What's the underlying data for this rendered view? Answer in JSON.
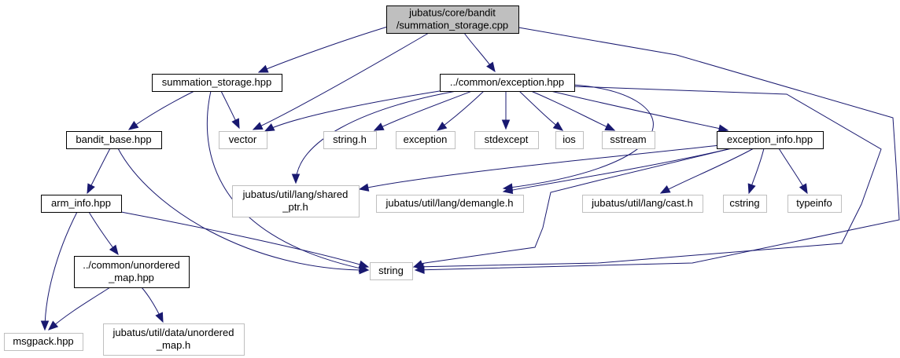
{
  "diagram": {
    "type": "include-dependency-graph",
    "colors": {
      "edge": "#191970",
      "root_fill": "#bfbfbf",
      "root_border": "#000000",
      "documented_border": "#000000",
      "external_border": "#bfbfbf",
      "text": "#000000"
    },
    "nodes": [
      {
        "id": "root",
        "kind": "root",
        "lines": [
          "jubatus/core/bandit",
          "/summation_storage.cpp"
        ]
      },
      {
        "id": "summation_storage_hpp",
        "kind": "documented",
        "lines": [
          "summation_storage.hpp"
        ]
      },
      {
        "id": "exception_hpp",
        "kind": "documented",
        "lines": [
          "../common/exception.hpp"
        ]
      },
      {
        "id": "bandit_base_hpp",
        "kind": "documented",
        "lines": [
          "bandit_base.hpp"
        ]
      },
      {
        "id": "vector",
        "kind": "external",
        "lines": [
          "vector"
        ]
      },
      {
        "id": "string_h",
        "kind": "external",
        "lines": [
          "string.h"
        ]
      },
      {
        "id": "exception",
        "kind": "external",
        "lines": [
          "exception"
        ]
      },
      {
        "id": "stdexcept",
        "kind": "external",
        "lines": [
          "stdexcept"
        ]
      },
      {
        "id": "ios",
        "kind": "external",
        "lines": [
          "ios"
        ]
      },
      {
        "id": "sstream",
        "kind": "external",
        "lines": [
          "sstream"
        ]
      },
      {
        "id": "exception_info_hpp",
        "kind": "documented",
        "lines": [
          "exception_info.hpp"
        ]
      },
      {
        "id": "arm_info_hpp",
        "kind": "documented",
        "lines": [
          "arm_info.hpp"
        ]
      },
      {
        "id": "shared_ptr_h",
        "kind": "external",
        "lines": [
          "jubatus/util/lang/shared",
          "_ptr.h"
        ]
      },
      {
        "id": "demangle_h",
        "kind": "external",
        "lines": [
          "jubatus/util/lang/demangle.h"
        ]
      },
      {
        "id": "cast_h",
        "kind": "external",
        "lines": [
          "jubatus/util/lang/cast.h"
        ]
      },
      {
        "id": "cstring",
        "kind": "external",
        "lines": [
          "cstring"
        ]
      },
      {
        "id": "typeinfo",
        "kind": "external",
        "lines": [
          "typeinfo"
        ]
      },
      {
        "id": "unordered_map_hpp",
        "kind": "documented",
        "lines": [
          "../common/unordered",
          "_map.hpp"
        ]
      },
      {
        "id": "string",
        "kind": "external",
        "lines": [
          "string"
        ]
      },
      {
        "id": "msgpack_hpp",
        "kind": "external",
        "lines": [
          "msgpack.hpp"
        ]
      },
      {
        "id": "data_unordered_map_h",
        "kind": "external",
        "lines": [
          "jubatus/util/data/unordered",
          "_map.h"
        ]
      }
    ],
    "edges": [
      {
        "from": "root",
        "to": "summation_storage_hpp"
      },
      {
        "from": "root",
        "to": "exception_hpp"
      },
      {
        "from": "root",
        "to": "vector"
      },
      {
        "from": "root",
        "to": "string"
      },
      {
        "from": "summation_storage_hpp",
        "to": "bandit_base_hpp"
      },
      {
        "from": "summation_storage_hpp",
        "to": "vector"
      },
      {
        "from": "summation_storage_hpp",
        "to": "string"
      },
      {
        "from": "exception_hpp",
        "to": "vector"
      },
      {
        "from": "exception_hpp",
        "to": "shared_ptr_h"
      },
      {
        "from": "exception_hpp",
        "to": "string_h"
      },
      {
        "from": "exception_hpp",
        "to": "exception"
      },
      {
        "from": "exception_hpp",
        "to": "stdexcept"
      },
      {
        "from": "exception_hpp",
        "to": "ios"
      },
      {
        "from": "exception_hpp",
        "to": "sstream"
      },
      {
        "from": "exception_hpp",
        "to": "exception_info_hpp"
      },
      {
        "from": "exception_hpp",
        "to": "demangle_h"
      },
      {
        "from": "exception_hpp",
        "to": "string"
      },
      {
        "from": "bandit_base_hpp",
        "to": "arm_info_hpp"
      },
      {
        "from": "bandit_base_hpp",
        "to": "string"
      },
      {
        "from": "exception_info_hpp",
        "to": "shared_ptr_h"
      },
      {
        "from": "exception_info_hpp",
        "to": "demangle_h"
      },
      {
        "from": "exception_info_hpp",
        "to": "cast_h"
      },
      {
        "from": "exception_info_hpp",
        "to": "cstring"
      },
      {
        "from": "exception_info_hpp",
        "to": "typeinfo"
      },
      {
        "from": "exception_info_hpp",
        "to": "string"
      },
      {
        "from": "arm_info_hpp",
        "to": "unordered_map_hpp"
      },
      {
        "from": "arm_info_hpp",
        "to": "string"
      },
      {
        "from": "arm_info_hpp",
        "to": "msgpack_hpp"
      },
      {
        "from": "unordered_map_hpp",
        "to": "msgpack_hpp"
      },
      {
        "from": "unordered_map_hpp",
        "to": "data_unordered_map_h"
      }
    ]
  }
}
